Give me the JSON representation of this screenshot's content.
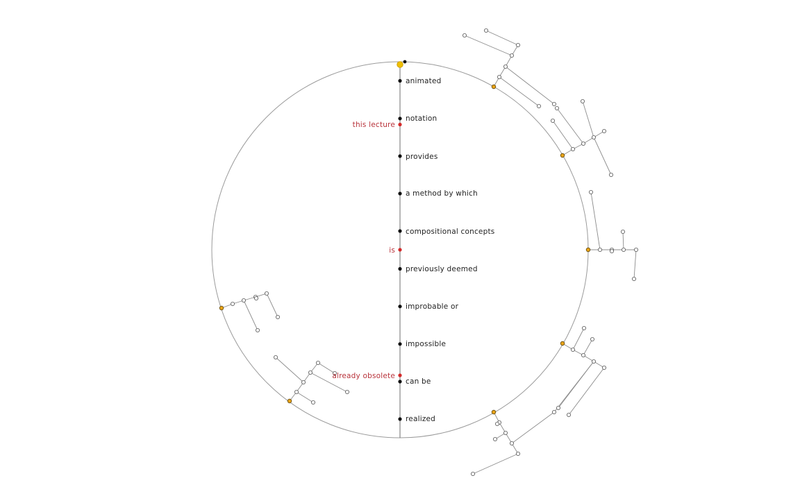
{
  "diagram": {
    "main_words": [
      "animated",
      "notation",
      "provides",
      "a method by which",
      "compositional concepts",
      "previously deemed",
      "improbable or",
      "impossible",
      "can be",
      "realized"
    ],
    "alt_words": [
      "this lecture",
      "is",
      "already obsolete"
    ],
    "colors": {
      "circle": "#9a9a9a",
      "axis": "#6e6e6e",
      "main_node": "#111111",
      "alt_node": "#d42a2a",
      "alt_text": "#b8323a",
      "hub_node": "#e8a317",
      "hub_cursor": "#f0c000",
      "branch_node_fill": "#ffffff",
      "branch_line": "#8c8c8c"
    }
  }
}
